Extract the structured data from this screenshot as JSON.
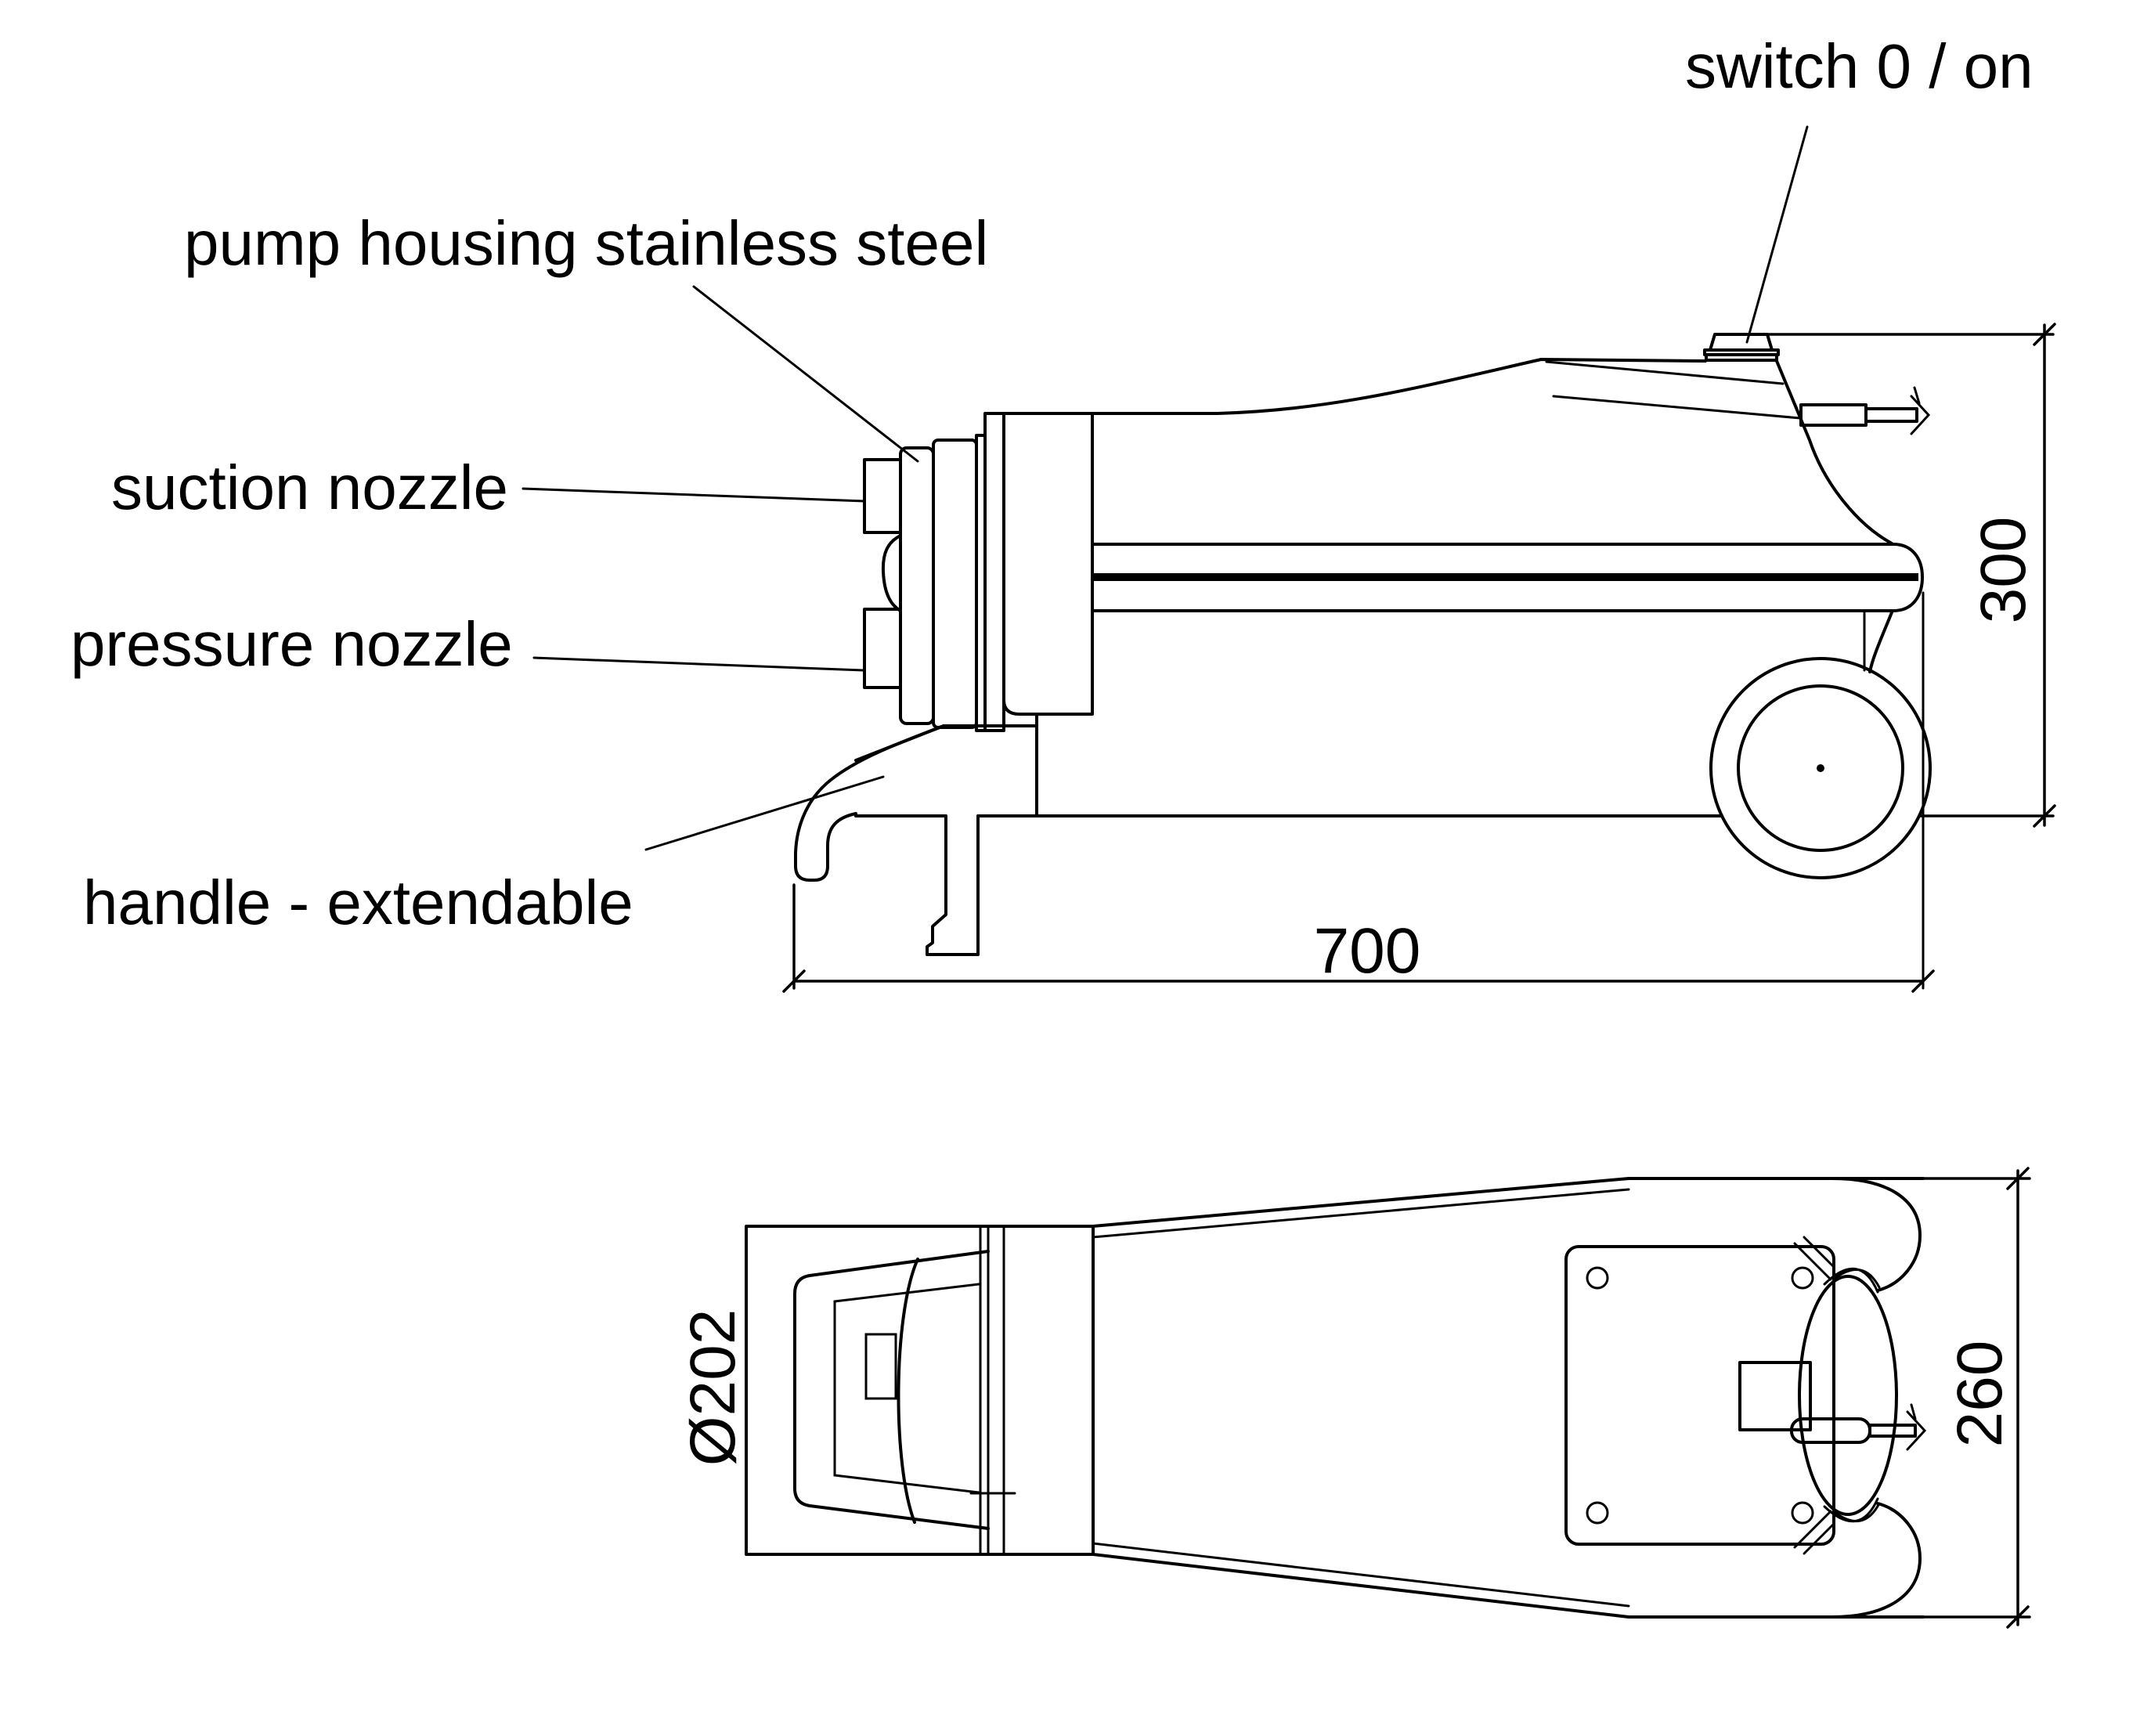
{
  "annotations": {
    "switch_label": "switch 0 / on",
    "pump_housing_label": "pump housing stainless steel",
    "suction_nozzle_label": "suction nozzle",
    "pressure_nozzle_label": "pressure nozzle",
    "handle_label": "handle - extendable"
  },
  "dimensions": {
    "length": "700",
    "height": "300",
    "head_diameter": "Ø202",
    "width": "260"
  },
  "colors": {
    "line": "#000000",
    "background": "#ffffff"
  }
}
